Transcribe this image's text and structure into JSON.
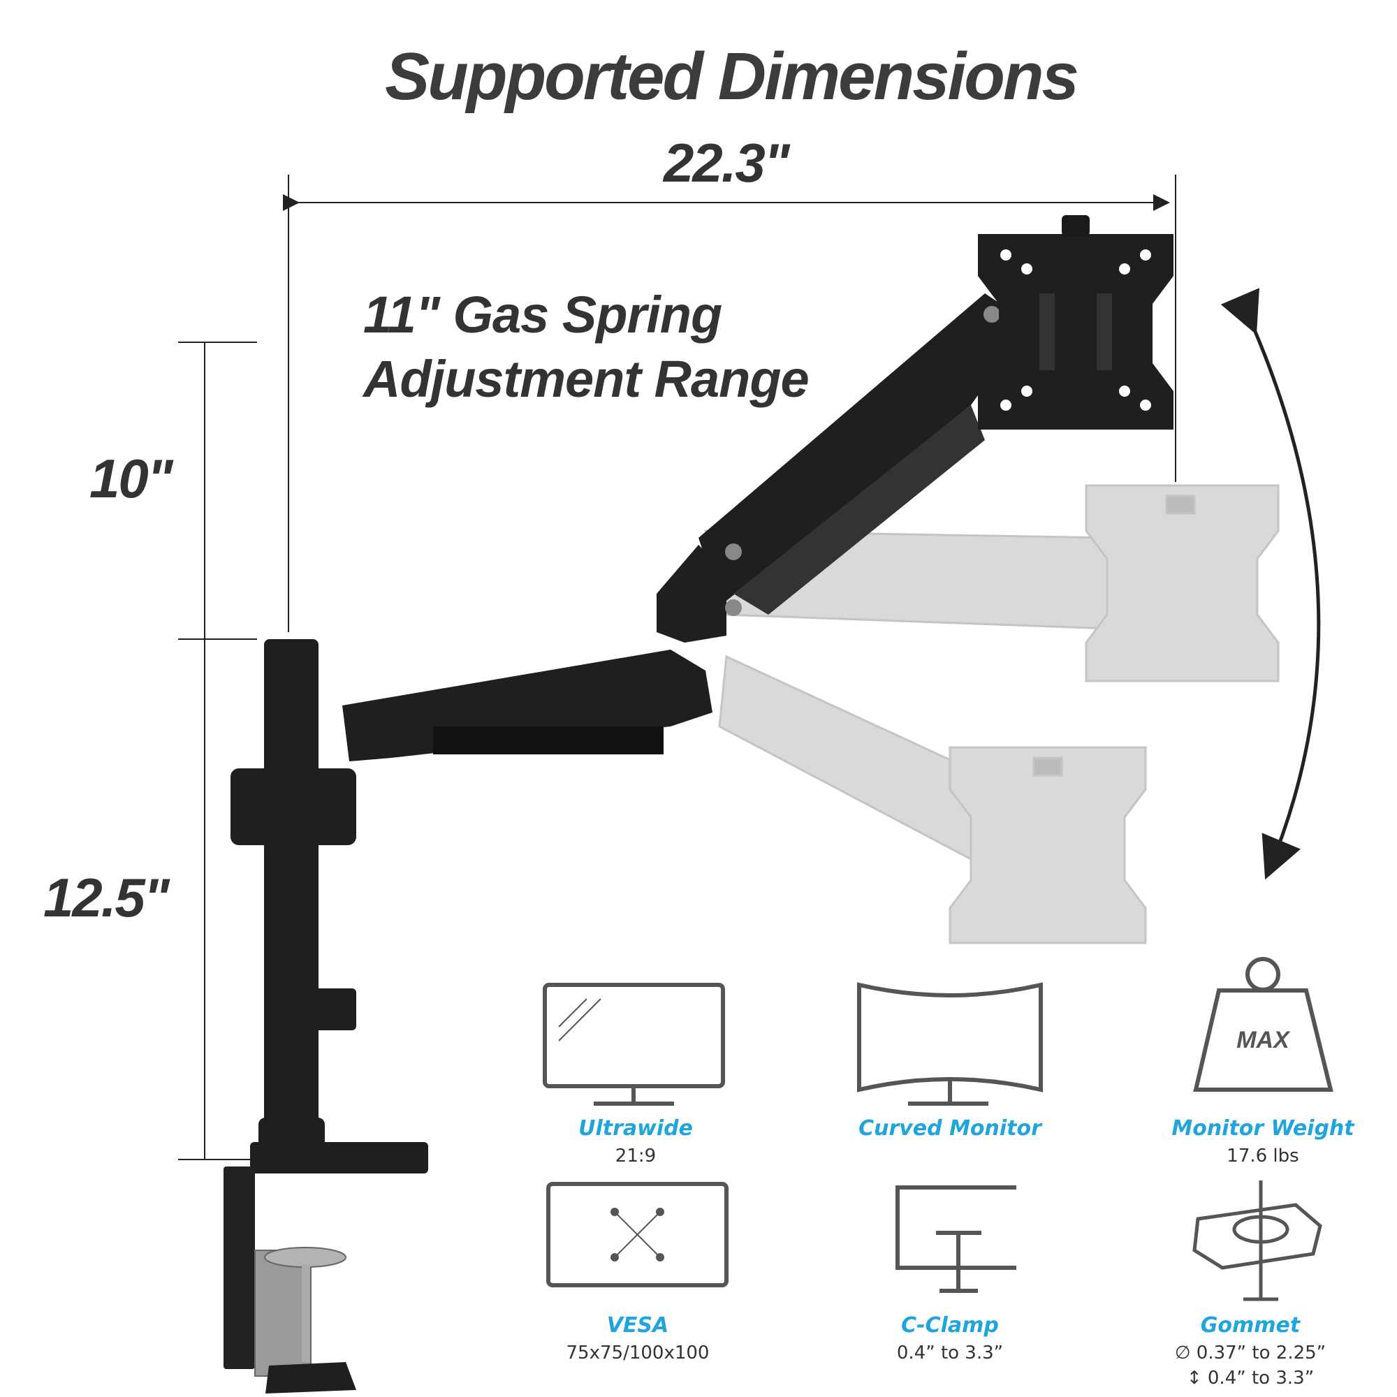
{
  "title": "Supported Dimensions",
  "dimensions": {
    "reach": "22.3\"",
    "upper_height": "10\"",
    "pole_height": "12.5\"",
    "gas_spring_line1": "11\" Gas Spring",
    "gas_spring_line2": "Adjustment Range"
  },
  "features": [
    {
      "label": "Ultrawide",
      "detail": "21:9",
      "icon": "ultrawide-monitor-icon"
    },
    {
      "label": "Curved Monitor",
      "detail": "",
      "icon": "curved-monitor-icon"
    },
    {
      "label": "Monitor Weight",
      "detail": "17.6 lbs",
      "icon": "weight-icon",
      "icon_text": "MAX"
    },
    {
      "label": "VESA",
      "detail": "75x75/100x100",
      "icon": "vesa-icon"
    },
    {
      "label": "C-Clamp",
      "detail": "0.4” to 3.3”",
      "icon": "c-clamp-icon"
    },
    {
      "label": "Gommet",
      "detail_line1": "0.37” to 2.25”",
      "detail_line2": "0.4” to 3.3”",
      "icon": "grommet-icon"
    }
  ],
  "colors": {
    "accent": "#1fa5dc",
    "arm": "#1e1e1e",
    "ghost": "#d6d6d6",
    "text": "#333333"
  }
}
